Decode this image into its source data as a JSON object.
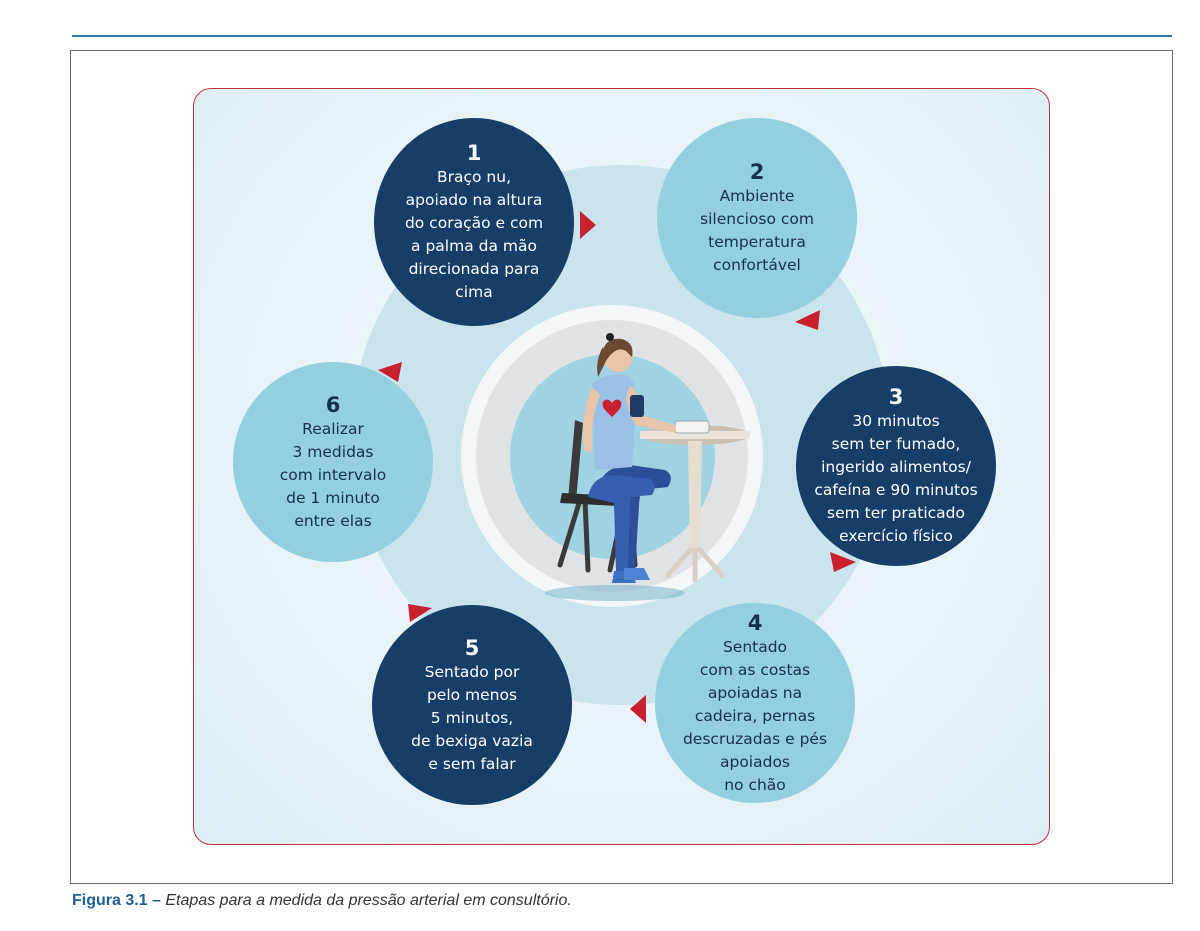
{
  "steps": [
    {
      "number": "1",
      "text": "Braço nu,\napoiado na altura\ndo coração e com\na palma da mão\ndirecionada para\ncima"
    },
    {
      "number": "2",
      "text": "Ambiente\nsilencioso com\ntemperatura\nconfortável"
    },
    {
      "number": "3",
      "text": "30 minutos\nsem ter fumado,\ningerido alimentos/\ncafeína e 90 minutos\nsem ter praticado\nexercício físico"
    },
    {
      "number": "4",
      "text": "Sentado\ncom as costas\napoiadas na\ncadeira, pernas\ndescruzadas e pés\napoiados\nno chão"
    },
    {
      "number": "5",
      "text": "Sentado por\npelo menos\n5 minutos,\nde bexiga vazia\ne sem falar"
    },
    {
      "number": "6",
      "text": "Realizar\n3 medidas\ncom intervalo\nde 1 minuto\nentre elas"
    }
  ],
  "caption": {
    "label": "Figura 3.1",
    "dash": " – ",
    "text": "Etapas para a medida da pressão arterial em consultório."
  },
  "colors": {
    "dark_circle": "#163e68",
    "light_circle": "#94cfe0",
    "arrow": "#c8202e",
    "frame_red": "#c4303a",
    "caption_blue": "#1f5f95"
  }
}
